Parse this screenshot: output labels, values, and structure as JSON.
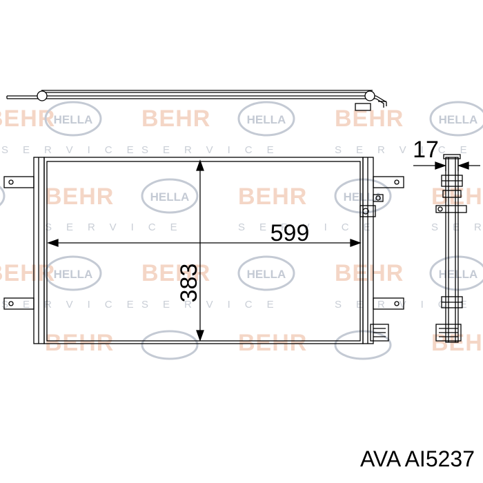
{
  "diagram": {
    "dimensions": {
      "width": "599",
      "height": "383",
      "depth": "17"
    },
    "watermark": {
      "brand_behr": "BEHR",
      "brand_hella": "HELLA",
      "service": "SERVICE"
    },
    "colors": {
      "line": "#000000",
      "behr_watermark": "#f4d6c6",
      "hella_watermark": "#c4cad4"
    }
  },
  "caption": {
    "brand": "AVA",
    "part_number": "AI5237"
  }
}
